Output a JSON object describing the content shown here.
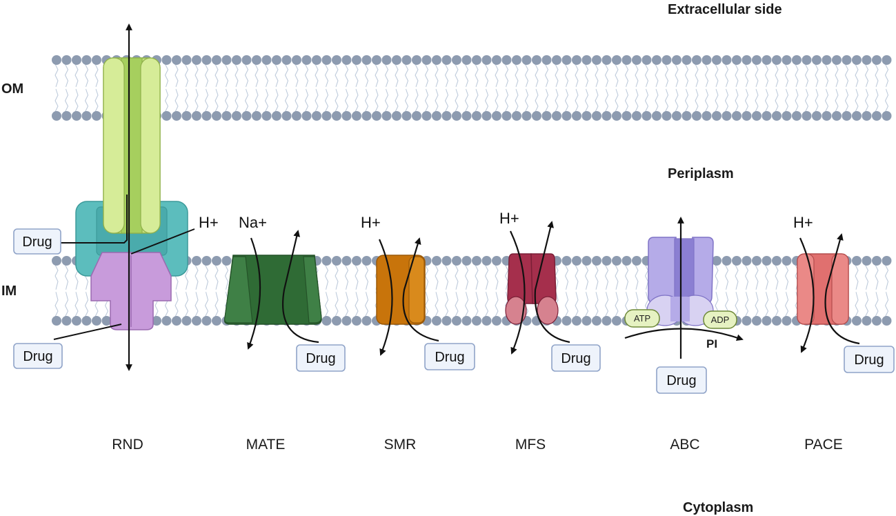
{
  "regions": {
    "extracellular": "Extracellular side",
    "periplasm": "Periplasm",
    "cytoplasm": "Cytoplasm",
    "outer_membrane": "OM",
    "inner_membrane": "IM"
  },
  "families": {
    "rnd": "RND",
    "mate": "MATE",
    "smr": "SMR",
    "mfs": "MFS",
    "abc": "ABC",
    "pace": "PACE"
  },
  "ions": {
    "rnd_ion": "H+",
    "mate_ion": "Na+",
    "smr_ion": "H+",
    "mfs_ion": "H+",
    "pace_ion": "H+"
  },
  "substrates": {
    "drug": "Drug",
    "atp": "ATP",
    "adp": "ADP",
    "pi": "PI"
  },
  "colors": {
    "lipid_head": "#8d9bb0",
    "lipid_tail": "#b8c6d8",
    "rnd_outer": "#c5e27f",
    "rnd_middle": "#5cbdbd",
    "rnd_inner": "#c89bdb",
    "mate": "#2f6b35",
    "smr": "#c8740b",
    "mfs": "#a52f4c",
    "abc": "#9b8fdb",
    "pace": "#e0706f",
    "drug_box_fill": "#eef3fb",
    "drug_box_stroke": "#8fa3c8"
  }
}
